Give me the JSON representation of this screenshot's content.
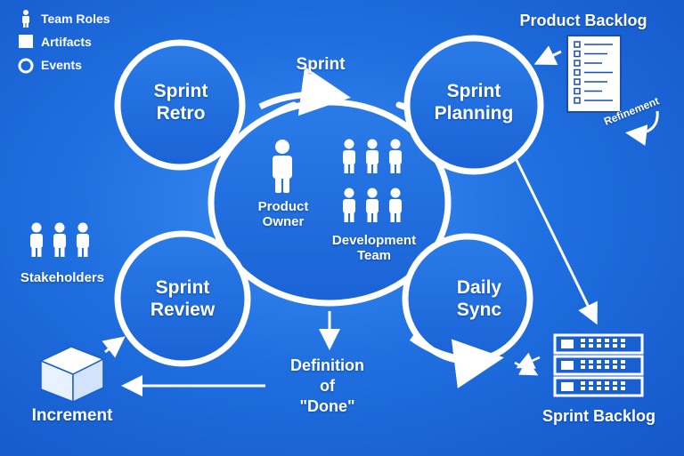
{
  "legend": [
    {
      "icon": "person-icon",
      "label": "Team Roles"
    },
    {
      "icon": "square-icon",
      "label": "Artifacts"
    },
    {
      "icon": "circle-icon",
      "label": "Events"
    }
  ],
  "events": {
    "retro": [
      "Sprint",
      "Retro"
    ],
    "planning": [
      "Sprint",
      "Planning"
    ],
    "review": [
      "Sprint",
      "Review"
    ],
    "daily": [
      "Daily",
      "Sync"
    ]
  },
  "center": {
    "sprint_label": "Sprint",
    "product_owner": [
      "Product",
      "Owner"
    ],
    "development_team": [
      "Development",
      "Team"
    ]
  },
  "artifacts": {
    "product_backlog": "Product Backlog",
    "refinement": "Refinement",
    "sprint_backlog": "Sprint Backlog",
    "increment": "Increment"
  },
  "roles": {
    "stakeholders": "Stakeholders"
  },
  "definition_of_done": [
    "Definition",
    "of",
    "\"Done\""
  ],
  "colors": {
    "background": "#1f6fe0",
    "circle_fill": "#1d6bdc",
    "outline": "#ffffff"
  }
}
